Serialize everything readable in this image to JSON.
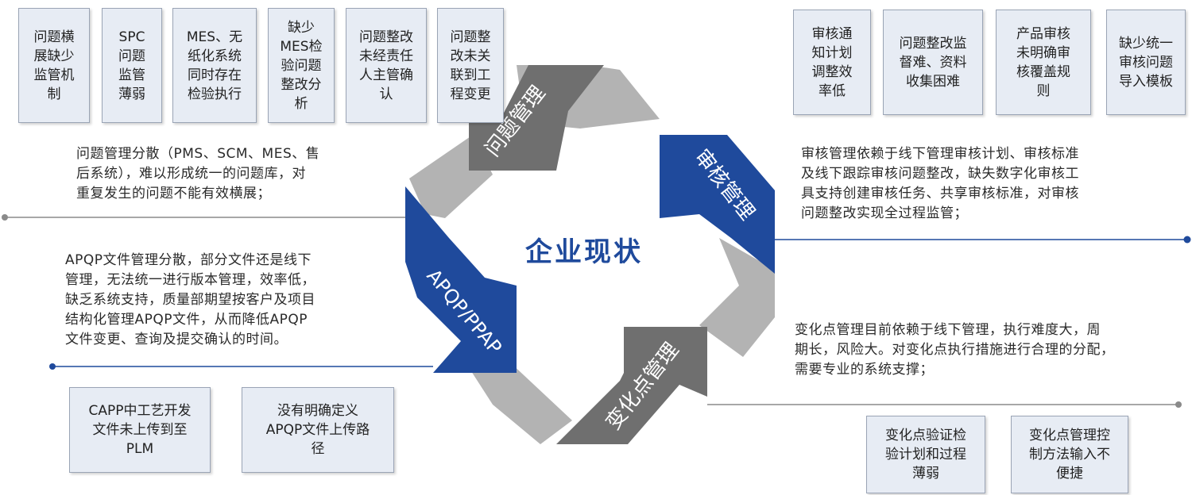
{
  "center": {
    "title": "企业现状"
  },
  "cycle": {
    "top_label": "问题管理",
    "right_label": "审核管理",
    "bottom_label": "变化点管理",
    "left_label": "APQP/PPAP"
  },
  "top_left_boxes": [
    "问题横\n展缺少\n监管机\n制",
    "SPC\n问题\n监管\n薄弱",
    "MES、无\n纸化系统\n同时存在\n检验执行",
    "缺少\nMES检\n验问题\n整改分\n析",
    "问题整改\n未经责任\n人主管确\n认",
    "问题整\n改未关\n联到工\n程变更"
  ],
  "top_right_boxes": [
    "审核通\n知计划\n调整效\n率低",
    "问题整改监\n督难、资料\n收集困难",
    "产品审核\n未明确审\n核覆盖规\n则",
    "缺少统一\n审核问题\n导入模板"
  ],
  "bottom_left_boxes": [
    "CAPP中工艺开发\n文件未上传到至\nPLM",
    "没有明确定义\nAPQP文件上传路\n径"
  ],
  "bottom_right_boxes": [
    "变化点验证检\n验计划和过程\n薄弱",
    "变化点管理控\n制方法输入不\n便捷"
  ],
  "descriptions": {
    "problem": "问题管理分散（PMS、SCM、MES、售\n后系统），难以形成统一的问题库，对\n重复发生的问题不能有效横展；",
    "apqp": "APQP文件管理分散，部分文件还是线下\n管理，无法统一进行版本管理，效率低，\n缺乏系统支持，质量部期望按客户及项目\n结构化管理APQP文件，从而降低APQP\n文件变更、查询及提交确认的时间。",
    "audit": "审核管理依赖于线下管理审核计划、审核标准\n及线下跟踪审核问题整改，缺失数字化审核工\n具支持创建审核任务、共享审核标准，对审核\n问题整改实现全过程监管；",
    "change": "变化点管理目前依赖于线下管理，执行难度大，周\n期长，风险大。对变化点执行措施进行合理的分配，\n需要专业的系统支撑；"
  },
  "colors": {
    "blue": "#1f4a9c",
    "gray_dark": "#6f6f6f",
    "gray_light": "#b3b3b3",
    "box_fill": "#e7ecf4"
  }
}
